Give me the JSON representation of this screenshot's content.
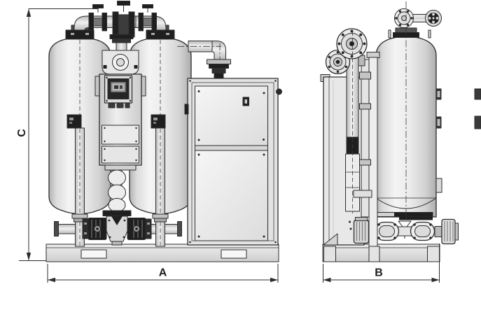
{
  "drawing": {
    "dimension_labels": {
      "height": "C",
      "front_width": "A",
      "side_width": "B"
    },
    "colors": {
      "line": "#2d2d2d",
      "dark": "#1f1f1f",
      "mid": "#c9c9c9",
      "light": "#e9e9e9",
      "background": "#ffffff"
    }
  }
}
